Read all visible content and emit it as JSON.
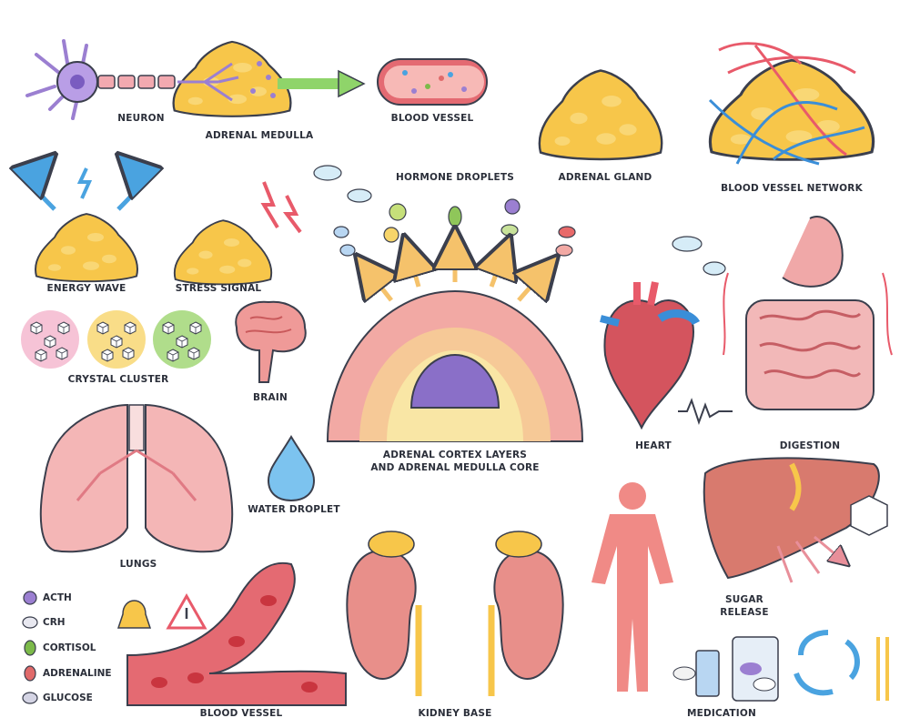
{
  "labels": {
    "neuron": "NEURON",
    "adrenal_medulla": "ADRENAL MEDULLA",
    "blood_vessel_top": "BLOOD VESSEL",
    "hormone_droplets": "HORMONE DROPLETS",
    "adrenal_gland": "ADRENAL GLAND",
    "blood_vessel_network": "BLOOD VESSEL NETWORK",
    "energy_wave": "ENERGY WAVE",
    "stress_signal": "STRESS SIGNAL",
    "crystal_cluster": "CRYSTAL CLUSTER",
    "brain": "BRAIN",
    "cortex_line1": "ADRENAL CORTEX LAYERS",
    "cortex_line2": "AND ADRENAL MEDULLA CORE",
    "heart": "HEART",
    "digestion": "DIGESTION",
    "water_droplet": "WATER DROPLET",
    "lungs": "LUNGS",
    "sugar_line1": "SUGAR",
    "sugar_line2": "RELEASE",
    "blood_vessel_bottom": "BLOOD VESSEL",
    "kidney_base": "KIDNEY BASE",
    "medication": "MEDICATION"
  },
  "legend": [
    {
      "label": "ACTH",
      "color": "#9b7fd1"
    },
    {
      "label": "CRH",
      "color": "#e8e8f0"
    },
    {
      "label": "CORTISOL",
      "color": "#7cba4a"
    },
    {
      "label": "ADRENALINE",
      "color": "#e06a6a"
    },
    {
      "label": "GLUCOSE",
      "color": "#d4d4e4"
    }
  ],
  "colors": {
    "gland": "#f7c64a",
    "gland_outline": "#e6a72a",
    "organ_pink": "#e88f8a",
    "vessel_red": "#e85a6a",
    "vessel_blue": "#3a8ed8",
    "outline": "#3b3f4d",
    "arrow_orange": "#f5c26b",
    "arrow_green": "#8fd46a",
    "cortex_outer": "#f2a9a4",
    "cortex_mid": "#f6c997",
    "cortex_inner": "#f9e6a5",
    "medulla_core": "#8a6fc8"
  }
}
